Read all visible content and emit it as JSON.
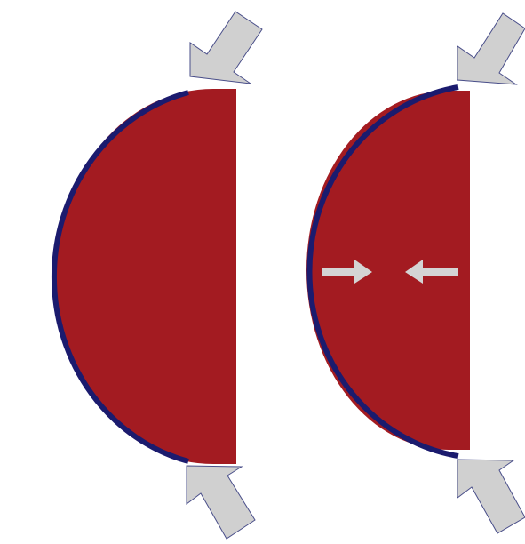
{
  "colors": {
    "background": "#ffffff",
    "hemisphere_fill": "#a31b21",
    "shell_stroke": "#1b1b6e",
    "arrow_fill": "#d0d0d0",
    "arrow_stroke": "#4a4f8a",
    "inner_arrow_fill": "#d4d4d4"
  },
  "panels": [
    {
      "name": "left-panel",
      "shell_gap": "wide",
      "outer_arrows": [
        "top-right",
        "bottom-right"
      ],
      "inner_arrows": []
    },
    {
      "name": "right-panel",
      "shell_gap": "narrow",
      "outer_arrows": [
        "top-right",
        "bottom-right"
      ],
      "inner_arrows": [
        "pointing-right",
        "pointing-left"
      ]
    }
  ]
}
